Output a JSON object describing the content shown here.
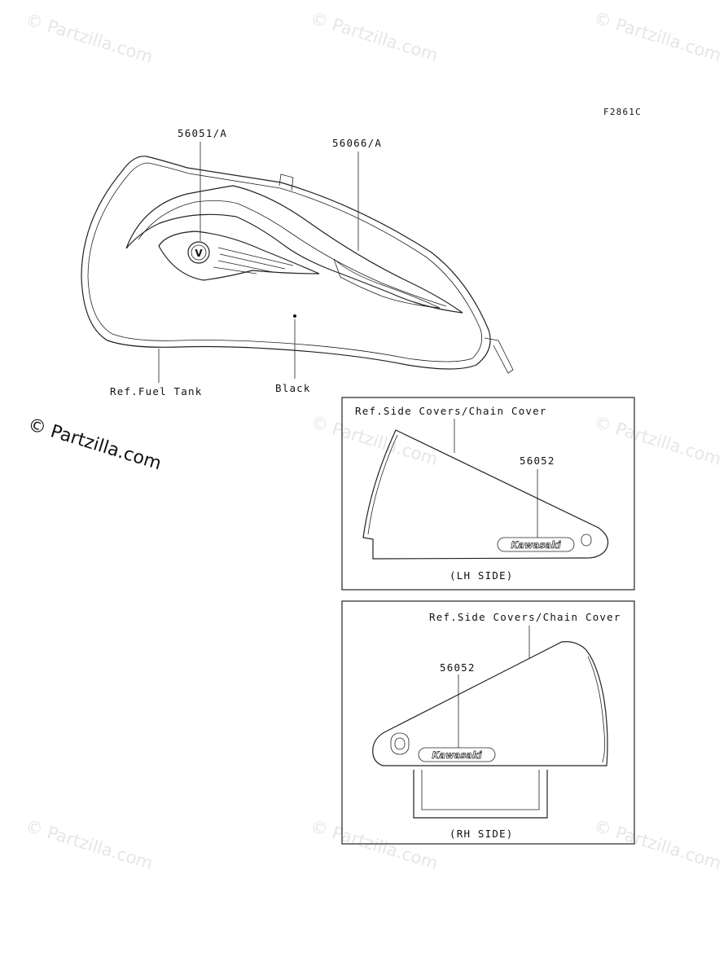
{
  "figure_code": "F2861C",
  "watermark_text": "© Partzilla.com",
  "callouts": {
    "tank_emblem": "56051/A",
    "tank_flame": "56066/A",
    "lh_mark": "56052",
    "rh_mark": "56052"
  },
  "labels": {
    "fuel_tank_ref": "Ref.Fuel Tank",
    "color": "Black",
    "lh_ref": "Ref.Side Covers/Chain Cover",
    "rh_ref": "Ref.Side Covers/Chain Cover",
    "lh_side": "(LH SIDE)",
    "rh_side": "(RH SIDE)"
  },
  "decal": {
    "brand_text": "Kawasaki",
    "emblem_letter": "V"
  }
}
